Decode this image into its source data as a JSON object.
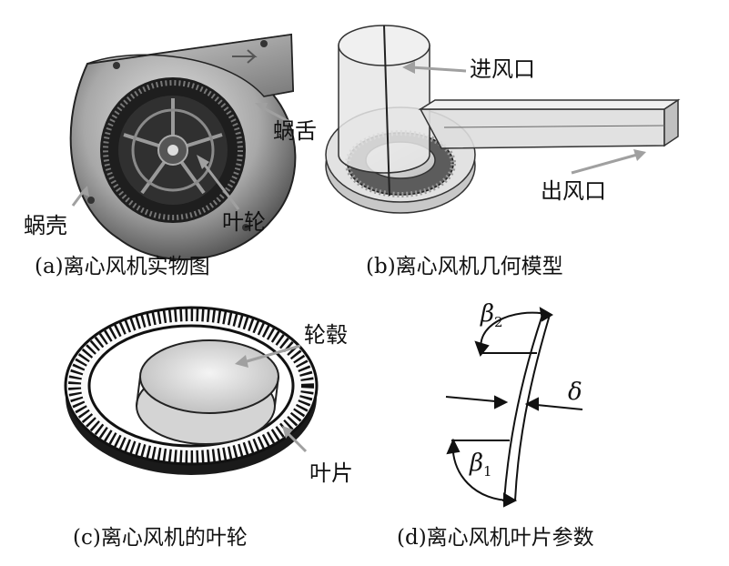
{
  "panel_a": {
    "caption": "(a)离心风机实物图",
    "labels": {
      "tongue": "蜗舌",
      "impeller": "叶轮",
      "volute": "蜗壳"
    }
  },
  "panel_b": {
    "caption": "(b)离心风机几何模型",
    "labels": {
      "inlet": "进风口",
      "outlet": "出风口"
    }
  },
  "panel_c": {
    "caption": "(c)离心风机的叶轮",
    "labels": {
      "hub": "轮毂",
      "blade": "叶片"
    }
  },
  "panel_d": {
    "caption": "(d)离心风机叶片参数",
    "symbols": {
      "beta": "β",
      "beta2_sub": "2",
      "beta1_sub": "1",
      "delta": "δ"
    }
  },
  "colors": {
    "photo_dark": "#2a2a2a",
    "photo_mid": "#8a8a8a",
    "photo_light": "#cfcfcf",
    "model_fill": "#d9d9d9",
    "arrow_gray": "#9a9a9a",
    "line": "#111111"
  }
}
